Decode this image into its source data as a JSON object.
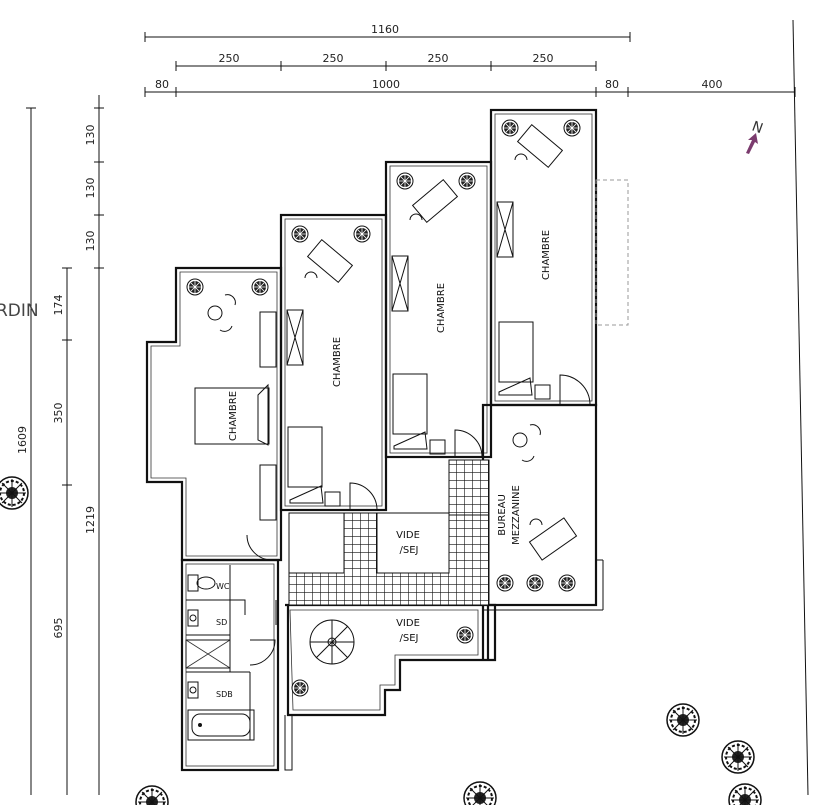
{
  "dimensions": {
    "top_total": "1160",
    "top_250_a": "250",
    "top_250_b": "250",
    "top_250_c": "250",
    "top_250_d": "250",
    "row3_80_left": "80",
    "row3_1000": "1000",
    "row3_80_right": "80",
    "row3_400": "400",
    "left_130_a": "130",
    "left_130_b": "130",
    "left_130_c": "130",
    "left_174": "174",
    "left_350": "350",
    "left_1609": "1609",
    "left_1219": "1219",
    "left_695": "695"
  },
  "rooms": {
    "chambre_1": "CHAMBRE",
    "chambre_2": "CHAMBRE",
    "chambre_3": "CHAMBRE",
    "chambre_4": "CHAMBRE",
    "bureau": "BUREAU",
    "mezzanine": "MEZZANINE",
    "vide_sej_1_a": "VIDE",
    "vide_sej_1_b": "/SEJ",
    "vide_sej_2_a": "VIDE",
    "vide_sej_2_b": "/SEJ",
    "wc": "WC",
    "sd": "SD",
    "sdb": "SDB"
  },
  "edge_text": {
    "jardin_fragment": "RDIN"
  },
  "compass": {
    "letter": "N",
    "color": "#7b3b6e"
  },
  "colors": {
    "line": "#111111",
    "background": "#ffffff"
  }
}
